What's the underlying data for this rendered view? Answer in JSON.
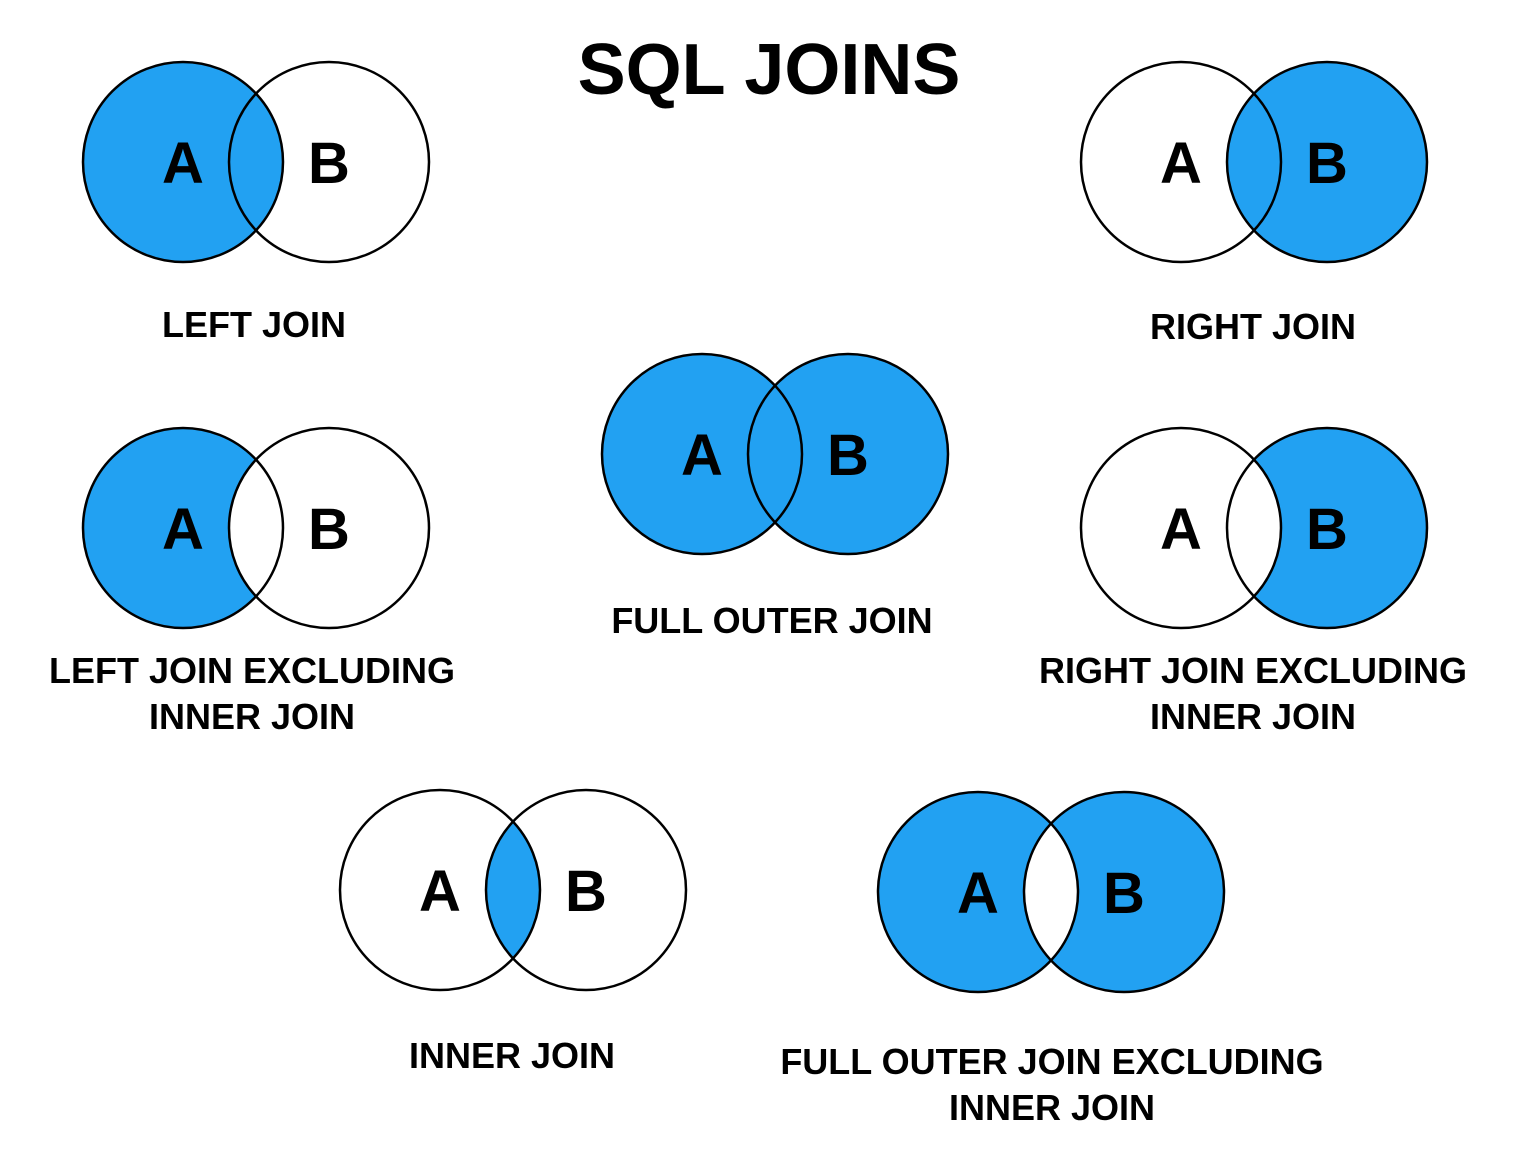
{
  "title": "SQL JOINS",
  "legend": {
    "set_a": "A",
    "set_b": "B"
  },
  "colors": {
    "highlight": "#22A1F2",
    "circle_fill_empty": "#FFFFFF",
    "circle_outline": "#000000",
    "text": "#000000",
    "background": "#FFFFFF"
  },
  "diagrams": [
    {
      "id": "left-join",
      "label_lines": [
        "LEFT JOIN"
      ],
      "regions": {
        "a_only": true,
        "intersection": true,
        "b_only": false
      }
    },
    {
      "id": "right-join",
      "label_lines": [
        "RIGHT JOIN"
      ],
      "regions": {
        "a_only": false,
        "intersection": true,
        "b_only": true
      }
    },
    {
      "id": "left-join-excluding-inner-join",
      "label_lines": [
        "LEFT JOIN EXCLUDING",
        "INNER JOIN"
      ],
      "regions": {
        "a_only": true,
        "intersection": false,
        "b_only": false
      }
    },
    {
      "id": "full-outer-join",
      "label_lines": [
        "FULL OUTER JOIN"
      ],
      "regions": {
        "a_only": true,
        "intersection": true,
        "b_only": true
      }
    },
    {
      "id": "right-join-excluding-inner-join",
      "label_lines": [
        "RIGHT JOIN EXCLUDING",
        "INNER JOIN"
      ],
      "regions": {
        "a_only": false,
        "intersection": false,
        "b_only": true
      }
    },
    {
      "id": "inner-join",
      "label_lines": [
        "INNER JOIN"
      ],
      "regions": {
        "a_only": false,
        "intersection": true,
        "b_only": false
      }
    },
    {
      "id": "full-outer-join-excluding-inner-join",
      "label_lines": [
        "FULL OUTER JOIN EXCLUDING",
        "INNER JOIN"
      ],
      "regions": {
        "a_only": true,
        "intersection": false,
        "b_only": true
      }
    }
  ]
}
